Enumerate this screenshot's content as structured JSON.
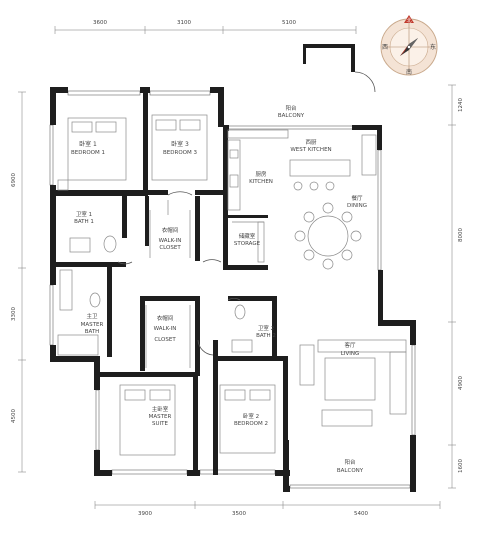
{
  "dimensions": {
    "top": [
      "3600",
      "3100",
      "5100"
    ],
    "bottom": [
      "3900",
      "3500",
      "5400"
    ],
    "left": [
      "6900",
      "3300",
      "4500"
    ],
    "right": [
      "1240",
      "8000",
      "4900",
      "1600"
    ]
  },
  "compass": {
    "north": "北",
    "west": "西",
    "east": "东",
    "south": "南"
  },
  "rooms": {
    "bedroom1": {
      "cn": "卧室 1",
      "en": "BEDROOM 1"
    },
    "bedroom3": {
      "cn": "卧室 3",
      "en": "BEDROOM 3"
    },
    "balcony_top": {
      "cn": "阳台",
      "en": "BALCONY"
    },
    "west_kitchen": {
      "cn": "西厨",
      "en": "WEST KITCHEN"
    },
    "kitchen": {
      "cn": "厨房",
      "en": "KITCHEN"
    },
    "dining": {
      "cn": "餐厅",
      "en": "DINING"
    },
    "bath1": {
      "cn": "卫室 1",
      "en": "BATH 1"
    },
    "walkin1": {
      "cn": "衣帽间",
      "en1": "WALK-IN",
      "en2": "CLOSET"
    },
    "storage": {
      "cn": "储藏室",
      "en": "STORAGE"
    },
    "master_bath": {
      "cn": "主卫",
      "en1": "MASTER",
      "en2": "BATH"
    },
    "walkin2": {
      "cn": "衣帽间",
      "en1": "WALK-IN",
      "en2": "CLOSET"
    },
    "bath2": {
      "cn": "卫室 2",
      "en": "BATH 2"
    },
    "living": {
      "cn": "客厅",
      "en": "LIVING"
    },
    "master_suite": {
      "cn": "主卧室",
      "en1": "MASTER",
      "en2": "SUITE"
    },
    "bedroom2": {
      "cn": "卧室 2",
      "en": "BEDROOM 2"
    },
    "balcony_bottom": {
      "cn": "阳台",
      "en": "BALCONY"
    }
  }
}
